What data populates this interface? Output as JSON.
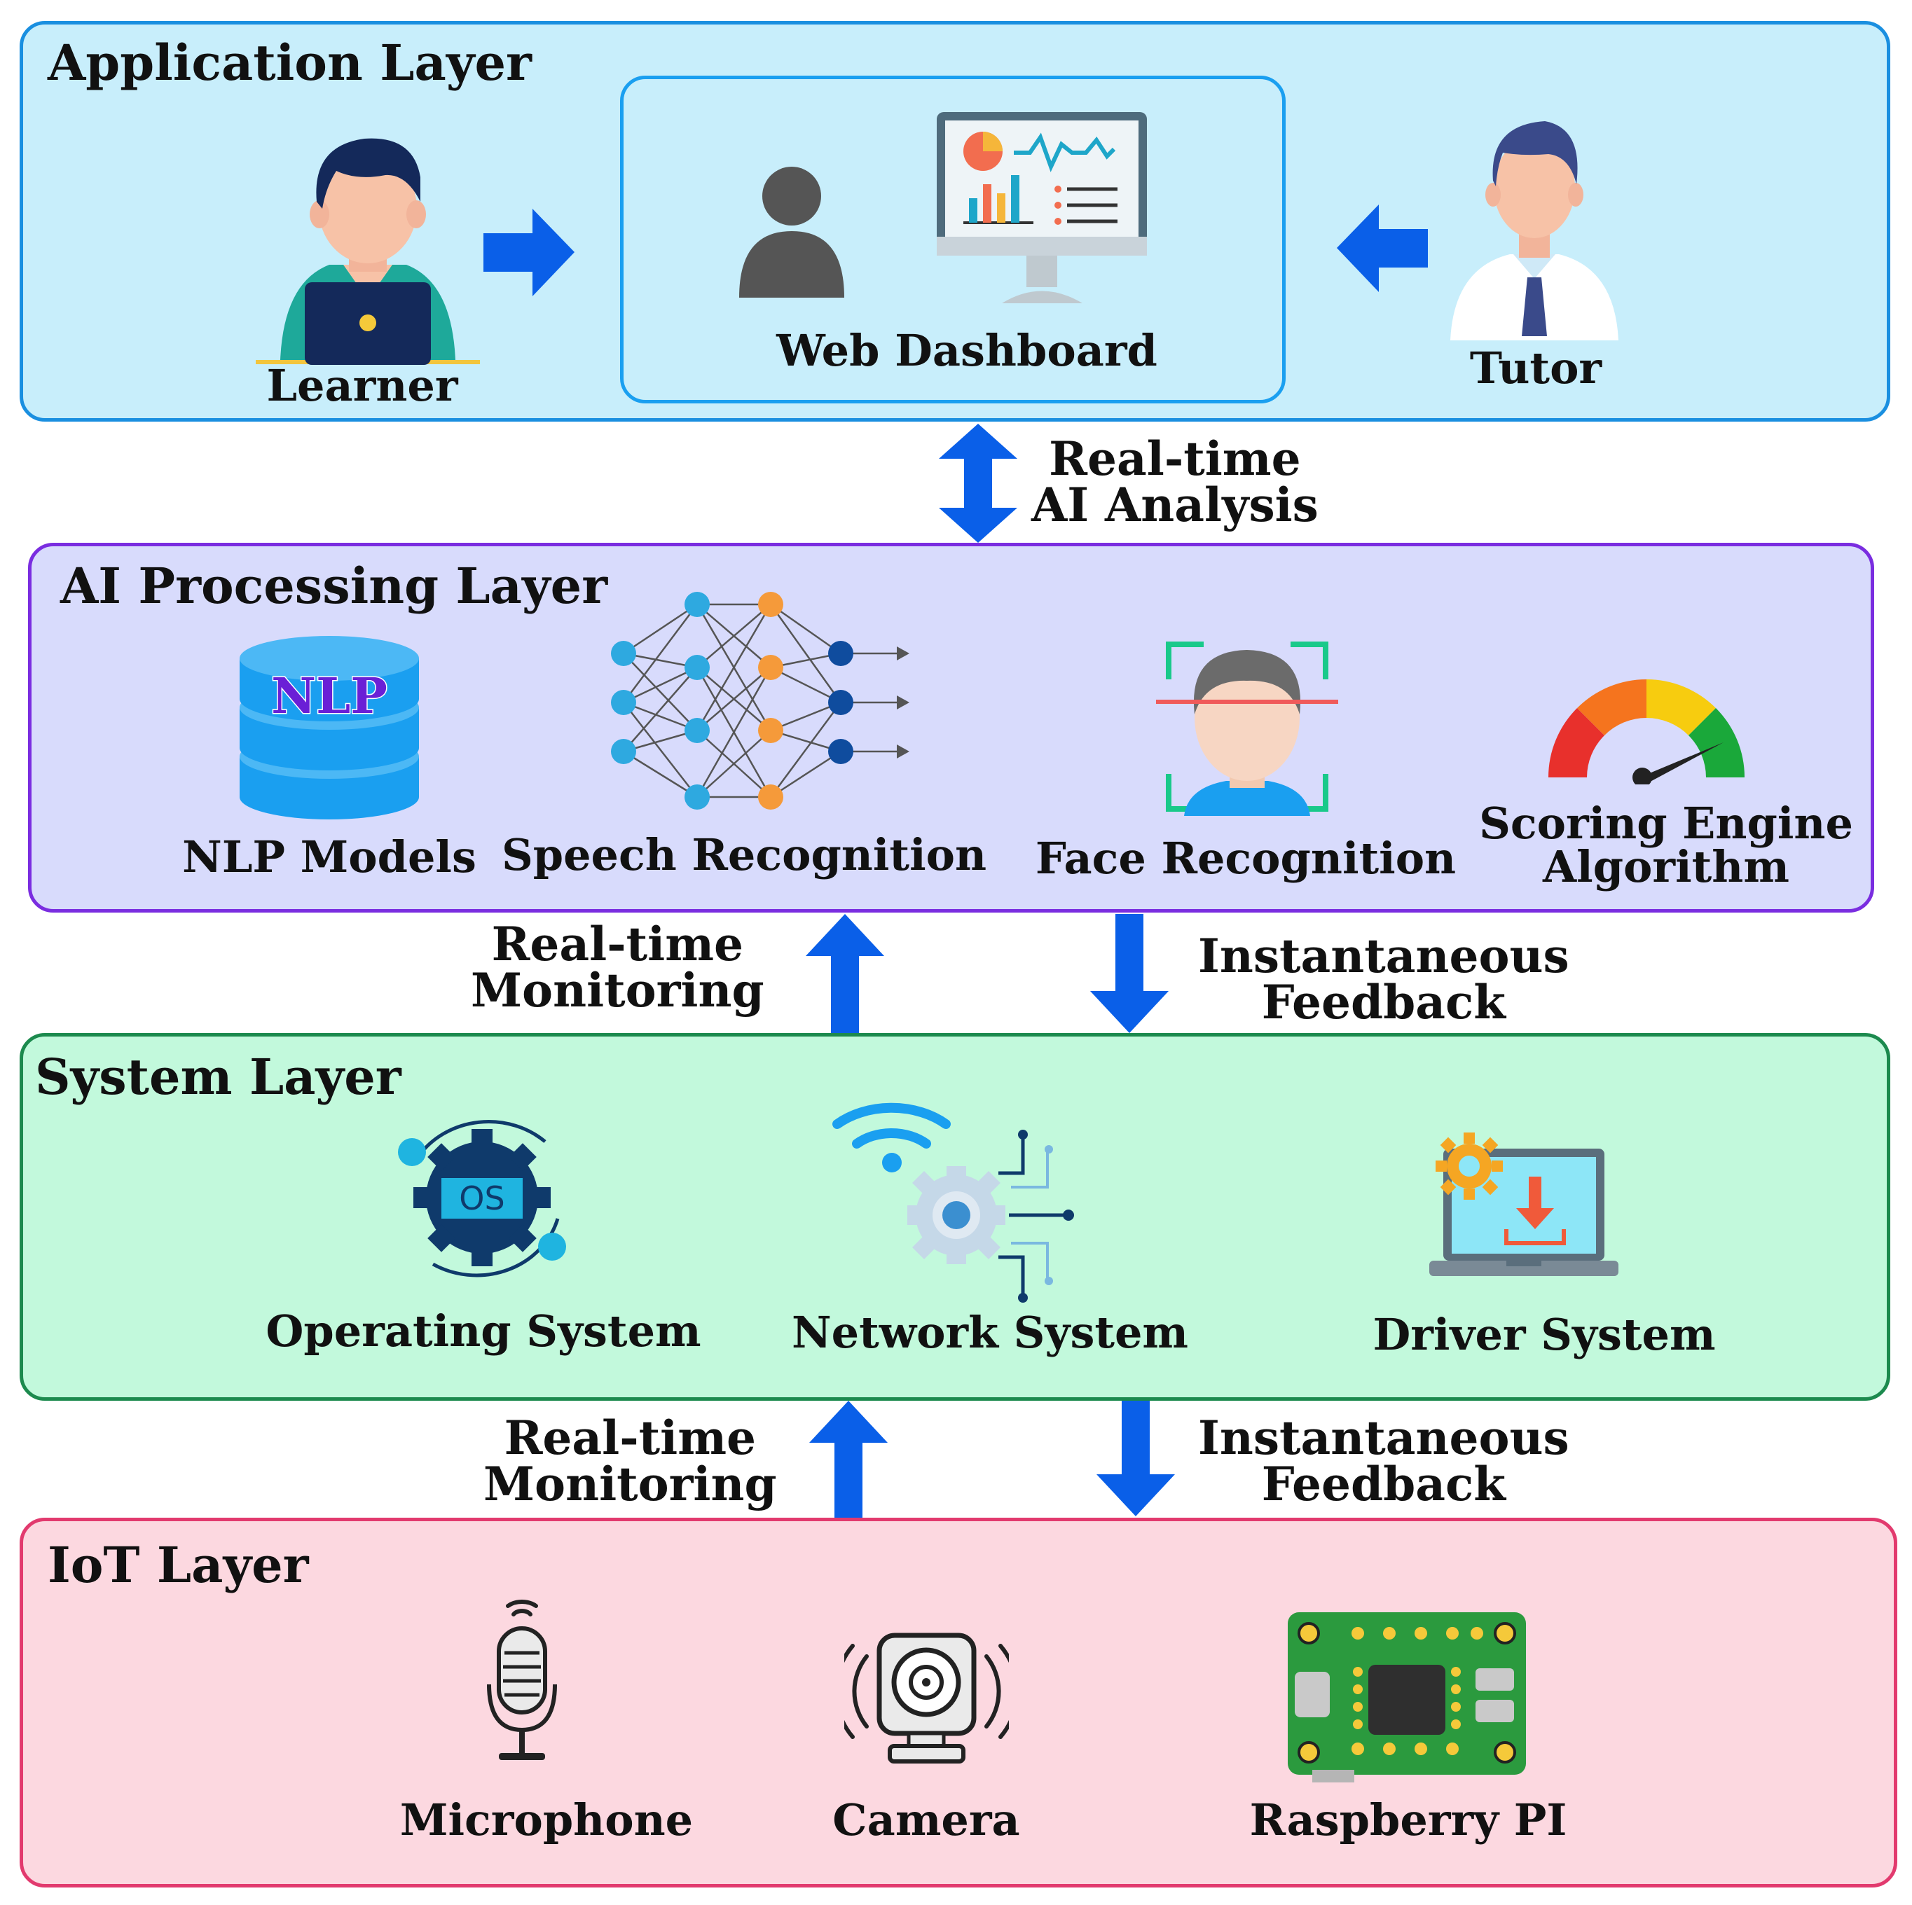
{
  "colors": {
    "application_fill": "#c8eefb",
    "application_border": "#1a8fe0",
    "ai_fill": "#d8dbfc",
    "ai_border": "#7a2de0",
    "system_fill": "#c2f9dc",
    "system_border": "#1c8a4e",
    "iot_fill": "#fcd8e0",
    "iot_border": "#e23a6e",
    "arrow_blue": "#0a5fe8"
  },
  "application_layer": {
    "title": "Application Layer",
    "learner": "Learner",
    "dashboard": "Web Dashboard",
    "tutor": "Tutor"
  },
  "flows": {
    "app_ai": [
      "Real-time",
      "AI Analysis"
    ],
    "ai_sys_up": [
      "Real-time",
      "Monitoring"
    ],
    "ai_sys_down": [
      "Instantaneous",
      "Feedback"
    ],
    "sys_iot_up": [
      "Real-time",
      "Monitoring"
    ],
    "sys_iot_down": [
      "Instantaneous",
      "Feedback"
    ]
  },
  "ai_layer": {
    "title": "AI Processing Layer",
    "nlp_badge": "NLP",
    "nlp": "NLP Models",
    "speech": "Speech Recognition",
    "face": "Face Recognition",
    "scoring_line1": "Scoring Engine",
    "scoring_line2": "Algorithm"
  },
  "system_layer": {
    "title": "System Layer",
    "os_badge": "OS",
    "os": "Operating System",
    "network": "Network System",
    "driver": "Driver System"
  },
  "iot_layer": {
    "title": "IoT Layer",
    "microphone": "Microphone",
    "camera": "Camera",
    "raspberry": "Raspberry PI"
  }
}
